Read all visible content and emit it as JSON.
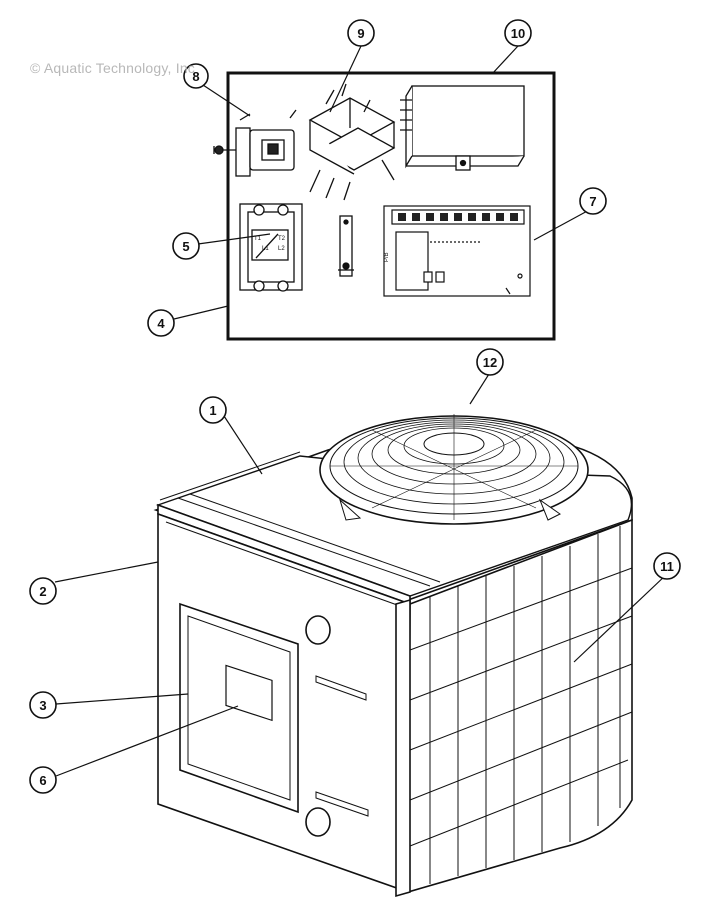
{
  "watermark": "© Aquatic Technology, Inc",
  "callouts": [
    {
      "id": "1",
      "label": "1"
    },
    {
      "id": "2",
      "label": "2"
    },
    {
      "id": "3",
      "label": "3"
    },
    {
      "id": "4",
      "label": "4"
    },
    {
      "id": "5",
      "label": "5"
    },
    {
      "id": "6",
      "label": "6"
    },
    {
      "id": "7",
      "label": "7"
    },
    {
      "id": "8",
      "label": "8"
    },
    {
      "id": "9",
      "label": "9"
    },
    {
      "id": "10",
      "label": "10"
    },
    {
      "id": "11",
      "label": "11"
    },
    {
      "id": "12",
      "label": "12"
    }
  ],
  "board_labels": {
    "contactor_t2": "T2",
    "contactor_l1": "L1",
    "contactor_l2": "L2",
    "contactor_t1": "T1",
    "pcb_marker": "P/B"
  }
}
